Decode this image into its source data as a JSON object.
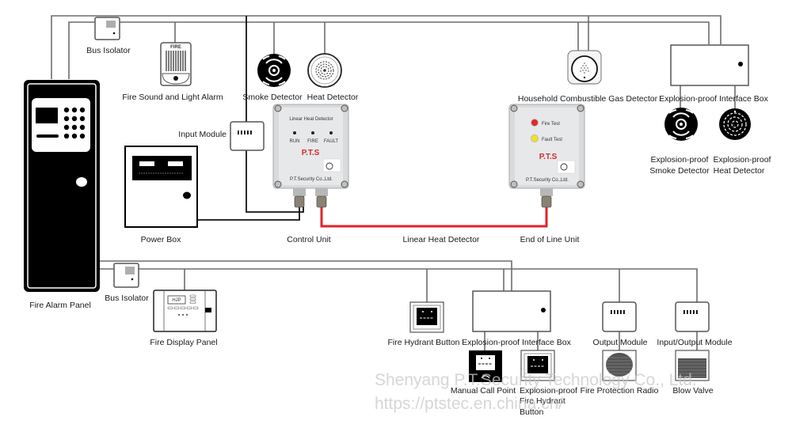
{
  "diagram": {
    "title": "Fire Alarm System Wiring Diagram",
    "labels": {
      "bus_isolator_top": "Bus Isolator",
      "fire_sound_light_alarm": "Fire Sound and Light Alarm",
      "smoke_detector": "Smoke Detector",
      "heat_detector": "Heat Detector",
      "household_gas_detector": "Household Combustible Gas Detector",
      "explosion_proof_box_top": "Explosion-proof Interface Box",
      "ex_smoke_line1": "Explosion-proof",
      "ex_smoke_line2": "Smoke Detector",
      "ex_heat_line1": "Explosion-proof",
      "ex_heat_line2": "Heat Detector",
      "input_module": "Input Module",
      "power_box": "Power Box",
      "control_unit": "Control Unit",
      "linear_heat_detector": "Linear Heat Detector",
      "end_of_line_unit": "End of Line Unit",
      "fire_alarm_panel": "Fire Alarm Panel",
      "bus_isolator_bottom": "Bus Isolator",
      "fire_display_panel": "Fire Display Panel",
      "fire_hydrant_button": "Fire Hydrant Button",
      "explosion_proof_box_bottom": "Explosion-proof Interface Box",
      "output_module": "Output Module",
      "io_module": "Input/Output Module",
      "manual_call_point": "Manual Call Point",
      "ex_hydrant_line1": "Explosion-proof",
      "ex_hydrant_line2": "Fire Hydrant",
      "ex_hydrant_line3": "Button",
      "fire_protection_radio": "Fire Protection Radio",
      "blow_valve": "Blow Valve"
    },
    "control_unit_face": {
      "title": "Linear Heat Detector",
      "leds": [
        "RUN",
        "FIRE",
        "FAULT"
      ],
      "brand": "P.T.S",
      "company": "P.T.Security Co.,Ltd."
    },
    "end_unit_face": {
      "buttons": [
        "Fire Test",
        "Fault Test"
      ],
      "brand": "P.T.S",
      "company": "P.T.Security Co.,Ltd."
    },
    "alarm_face_text": "FIRE",
    "display_panel_text": "HJP",
    "watermark": {
      "line1": "Shenyang P.T.Security Technology Co., Ltd.",
      "line2": "https://ptstec.en.china.cn/"
    },
    "colors": {
      "wire": "#6d6d6d",
      "linear_heat_cable": "#e3232b",
      "fire_test_led": "#e0282a",
      "fault_test_led": "#f3e21c",
      "brand_red": "#d62a2a"
    }
  }
}
